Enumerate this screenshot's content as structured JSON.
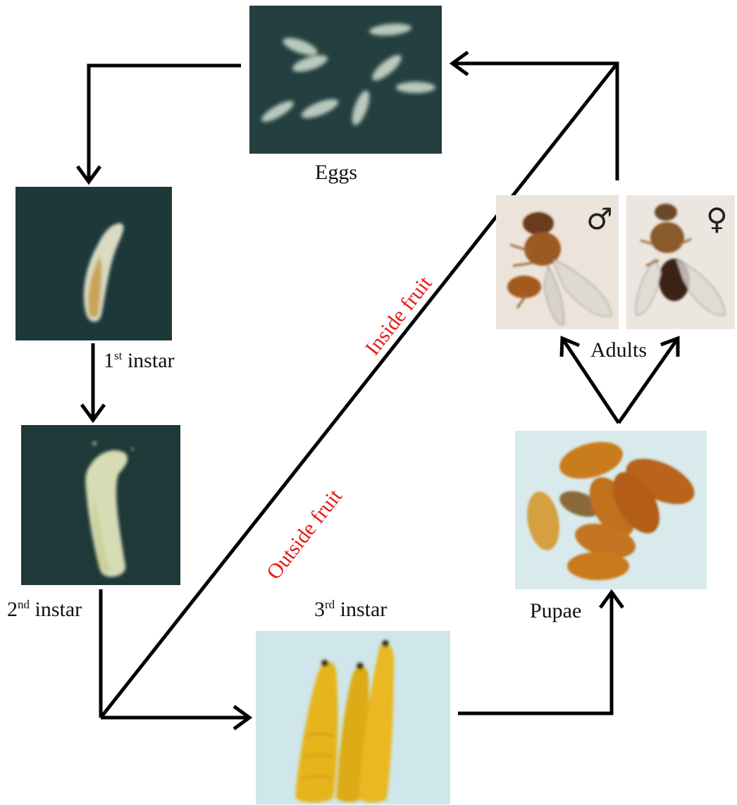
{
  "diagram": {
    "stages": {
      "eggs": "Eggs",
      "first_instar_num": "1",
      "first_instar_sup": "st",
      "first_instar_word": "instar",
      "second_instar_num": "2",
      "second_instar_sup": "nd",
      "second_instar_word": "instar",
      "third_instar_num": "3",
      "third_instar_sup": "rd",
      "third_instar_word": "instar",
      "pupae": "Pupae",
      "adults": "Adults"
    },
    "regions": {
      "inside": "Inside fruit",
      "outside": "Outside fruit"
    },
    "sex_symbols": {
      "male": "♂",
      "female": "♀"
    },
    "colors": {
      "region_text": "#e81919",
      "arrow": "#000000",
      "dark_photo_bg": "#1f3a3b",
      "pale_photo_bg": "#cfe6ea"
    }
  }
}
